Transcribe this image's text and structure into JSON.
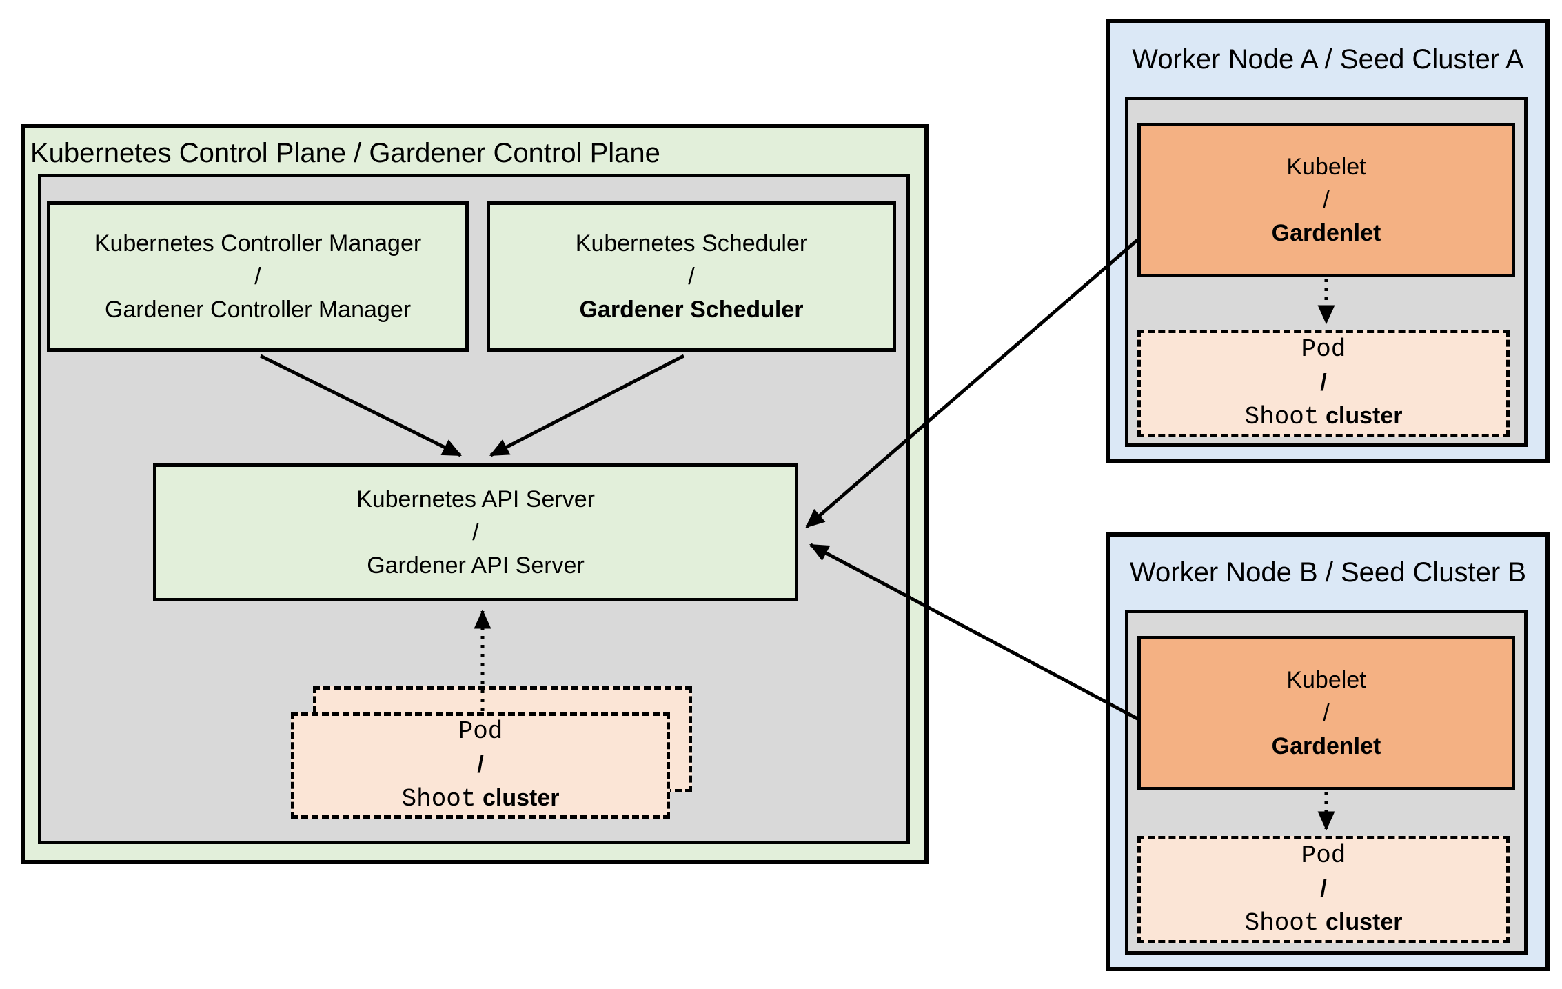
{
  "colors": {
    "page_bg": "#ffffff",
    "green_light": "#e2efda",
    "gray_panel": "#d9d9d9",
    "blue_light": "#dbe8f6",
    "orange": "#f4b183",
    "peach": "#fbe5d6",
    "line": "#000000"
  },
  "control_plane": {
    "title": "Kubernetes Control Plane / Gardener Control Plane",
    "controller_manager": {
      "line1": "Kubernetes Controller Manager",
      "separator": "/",
      "line2": "Gardener Controller Manager"
    },
    "scheduler": {
      "line1": "Kubernetes Scheduler",
      "separator": "/",
      "line2": "Gardener Scheduler"
    },
    "api_server": {
      "line1": "Kubernetes API Server",
      "separator": "/",
      "line2": "Gardener API Server"
    },
    "pod_stack": {
      "line1": "Pod",
      "separator": "/",
      "line2_mono": "Shoot",
      "line2_sans": "cluster"
    }
  },
  "worker_node_a": {
    "title": "Worker Node A / Seed Cluster A",
    "kubelet": {
      "line1": "Kubelet",
      "separator": "/",
      "line2": "Gardenlet"
    },
    "pod": {
      "line1": "Pod",
      "separator": "/",
      "line2_mono": "Shoot",
      "line2_sans": "cluster"
    }
  },
  "worker_node_b": {
    "title": "Worker Node B / Seed Cluster B",
    "kubelet": {
      "line1": "Kubelet",
      "separator": "/",
      "line2": "Gardenlet"
    },
    "pod": {
      "line1": "Pod",
      "separator": "/",
      "line2_mono": "Shoot",
      "line2_sans": "cluster"
    }
  }
}
